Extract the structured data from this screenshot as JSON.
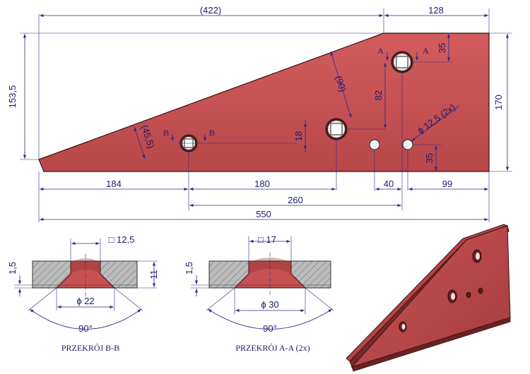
{
  "colors": {
    "part": "#c65052",
    "dimension": "#1a1a6e",
    "hatch": "#b5b5b5"
  },
  "main_view": {
    "dims": {
      "top_overall": "(422)",
      "top_right": "128",
      "left_height": "153,5",
      "right_height": "170",
      "diag_90": "(90)",
      "vert_82": "82",
      "vert_35_top": "35",
      "vert_18": "18",
      "diag_45_5": "(45,5)",
      "hole_diameter": "ϕ 12,5  (2x)",
      "vert_35_bottom": "35",
      "bottom_184": "184",
      "bottom_180": "180",
      "bottom_40": "40",
      "bottom_99": "99",
      "bottom_260": "260",
      "bottom_550": "550"
    },
    "section_marks": {
      "a_left": "A",
      "a_right": "A",
      "b_left": "B",
      "b_right": "B"
    }
  },
  "section_bb": {
    "title": "PRZEKRÓJ B-B",
    "square": "□ 12,5",
    "thickness": "1,5",
    "height": "11",
    "diameter": "ϕ 22",
    "angle": "90°"
  },
  "section_aa": {
    "title": "PRZEKRÓJ A-A (2x)",
    "square": "□ 17",
    "thickness": "1,5",
    "diameter": "ϕ 30",
    "angle": "90°"
  }
}
